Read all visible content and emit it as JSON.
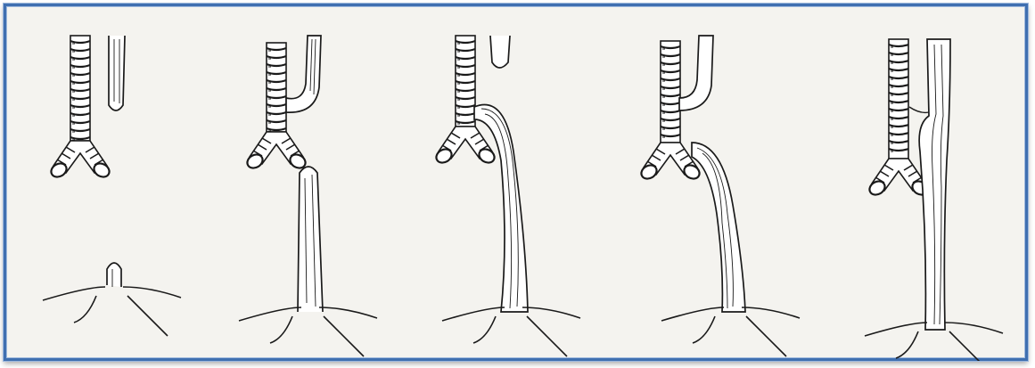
{
  "figure": {
    "frame_color": "#3f6fb0",
    "background": "#f4f3ef",
    "ink": "#1a1a1a"
  },
  "stages": [
    {
      "id": 1,
      "trachea_bud": "separate",
      "esophagus": "short-bud"
    },
    {
      "id": 2,
      "trachea_bud": "hooked",
      "esophagus": "tall-bud"
    },
    {
      "id": 3,
      "trachea_bud": "joined-curve",
      "esophagus": "long-tube"
    },
    {
      "id": 4,
      "trachea_bud": "joined-curve",
      "esophagus": "long-tube"
    },
    {
      "id": 5,
      "trachea_bud": "parallel",
      "esophagus": "long-straight-tube"
    }
  ]
}
